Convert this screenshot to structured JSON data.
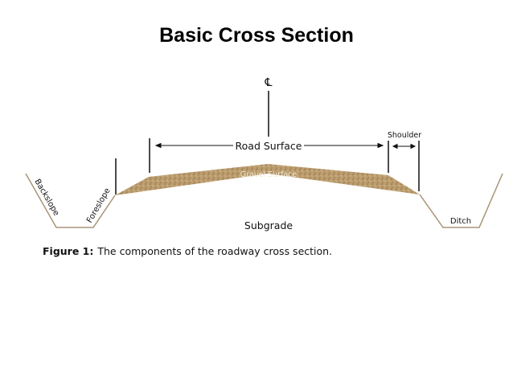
{
  "title": "Basic Cross Section",
  "labels": {
    "centerline": "℄",
    "road_surface": "Road Surface",
    "shoulder": "Shoulder",
    "gravel_surface": "Gravel Surface",
    "backslope": "Backslope",
    "foreslope": "Foreslope",
    "subgrade": "Subgrade",
    "ditch": "Ditch"
  },
  "caption": {
    "label": "Figure 1:",
    "text": "The components of the roadway cross section."
  },
  "colors": {
    "gravel": "#b99a6c",
    "ground": "#a89478",
    "line": "#111111"
  }
}
